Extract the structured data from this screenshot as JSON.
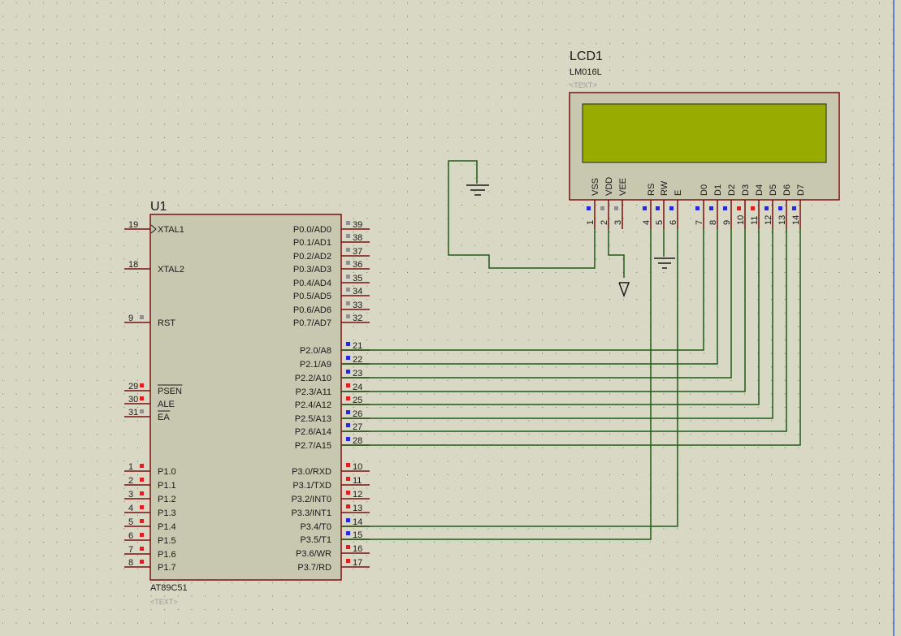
{
  "colors": {
    "background": "#d8d8c4",
    "grid_dot": "#6e6e5e",
    "body_fill": "#c8c8b0",
    "body_stroke": "#7a1010",
    "pin_line": "#7a1010",
    "wire": "#1f5b14",
    "lcd_screen": "#98ab00",
    "pin_blue": "#2828d8",
    "pin_red": "#e02020",
    "pin_gray": "#909090",
    "border_blue": "#3a64c8"
  },
  "u1": {
    "refdes": "U1",
    "part": "AT89C51",
    "text_placeholder": "<TEXT>",
    "left_pins": [
      {
        "num": "19",
        "name": "XTAL1",
        "state": "none",
        "clock": true
      },
      {
        "num": "18",
        "name": "XTAL2",
        "state": "none"
      },
      {
        "num": "9",
        "name": "RST",
        "state": "gray"
      },
      {
        "num": "29",
        "name": "PSEN",
        "state": "red",
        "overline": true
      },
      {
        "num": "30",
        "name": "ALE",
        "state": "red"
      },
      {
        "num": "31",
        "name": "EA",
        "state": "gray",
        "overline": true
      },
      {
        "num": "1",
        "name": "P1.0",
        "state": "red"
      },
      {
        "num": "2",
        "name": "P1.1",
        "state": "red"
      },
      {
        "num": "3",
        "name": "P1.2",
        "state": "red"
      },
      {
        "num": "4",
        "name": "P1.3",
        "state": "red"
      },
      {
        "num": "5",
        "name": "P1.4",
        "state": "red"
      },
      {
        "num": "6",
        "name": "P1.5",
        "state": "red"
      },
      {
        "num": "7",
        "name": "P1.6",
        "state": "red"
      },
      {
        "num": "8",
        "name": "P1.7",
        "state": "red"
      }
    ],
    "right_pins": [
      {
        "num": "39",
        "name": "P0.0/AD0",
        "state": "gray"
      },
      {
        "num": "38",
        "name": "P0.1/AD1",
        "state": "gray"
      },
      {
        "num": "37",
        "name": "P0.2/AD2",
        "state": "gray"
      },
      {
        "num": "36",
        "name": "P0.3/AD3",
        "state": "gray"
      },
      {
        "num": "35",
        "name": "P0.4/AD4",
        "state": "gray"
      },
      {
        "num": "34",
        "name": "P0.5/AD5",
        "state": "gray"
      },
      {
        "num": "33",
        "name": "P0.6/AD6",
        "state": "gray"
      },
      {
        "num": "32",
        "name": "P0.7/AD7",
        "state": "gray"
      },
      {
        "num": "21",
        "name": "P2.0/A8",
        "state": "blue"
      },
      {
        "num": "22",
        "name": "P2.1/A9",
        "state": "blue"
      },
      {
        "num": "23",
        "name": "P2.2/A10",
        "state": "blue"
      },
      {
        "num": "24",
        "name": "P2.3/A11",
        "state": "red"
      },
      {
        "num": "25",
        "name": "P2.4/A12",
        "state": "red"
      },
      {
        "num": "26",
        "name": "P2.5/A13",
        "state": "blue"
      },
      {
        "num": "27",
        "name": "P2.6/A14",
        "state": "blue"
      },
      {
        "num": "28",
        "name": "P2.7/A15",
        "state": "blue"
      },
      {
        "num": "10",
        "name": "P3.0/RXD",
        "state": "red"
      },
      {
        "num": "11",
        "name": "P3.1/TXD",
        "state": "red"
      },
      {
        "num": "12",
        "name": "P3.2/INT0",
        "state": "red"
      },
      {
        "num": "13",
        "name": "P3.3/INT1",
        "state": "red"
      },
      {
        "num": "14",
        "name": "P3.4/T0",
        "state": "blue"
      },
      {
        "num": "15",
        "name": "P3.5/T1",
        "state": "blue"
      },
      {
        "num": "16",
        "name": "P3.6/WR",
        "state": "red"
      },
      {
        "num": "17",
        "name": "P3.7/RD",
        "state": "red"
      }
    ]
  },
  "lcd": {
    "refdes": "LCD1",
    "part": "LM016L",
    "text_placeholder": "<TEXT>",
    "pins": [
      {
        "num": "1",
        "name": "VSS",
        "state": "blue"
      },
      {
        "num": "2",
        "name": "VDD",
        "state": "gray"
      },
      {
        "num": "3",
        "name": "VEE",
        "state": "gray"
      },
      {
        "num": "4",
        "name": "RS",
        "state": "blue"
      },
      {
        "num": "5",
        "name": "RW",
        "state": "blue"
      },
      {
        "num": "6",
        "name": "E",
        "state": "blue"
      },
      {
        "num": "7",
        "name": "D0",
        "state": "blue"
      },
      {
        "num": "8",
        "name": "D1",
        "state": "blue"
      },
      {
        "num": "9",
        "name": "D2",
        "state": "blue"
      },
      {
        "num": "10",
        "name": "D3",
        "state": "red"
      },
      {
        "num": "11",
        "name": "D4",
        "state": "red"
      },
      {
        "num": "12",
        "name": "D5",
        "state": "blue"
      },
      {
        "num": "13",
        "name": "D6",
        "state": "blue"
      },
      {
        "num": "14",
        "name": "D7",
        "state": "blue"
      }
    ]
  }
}
